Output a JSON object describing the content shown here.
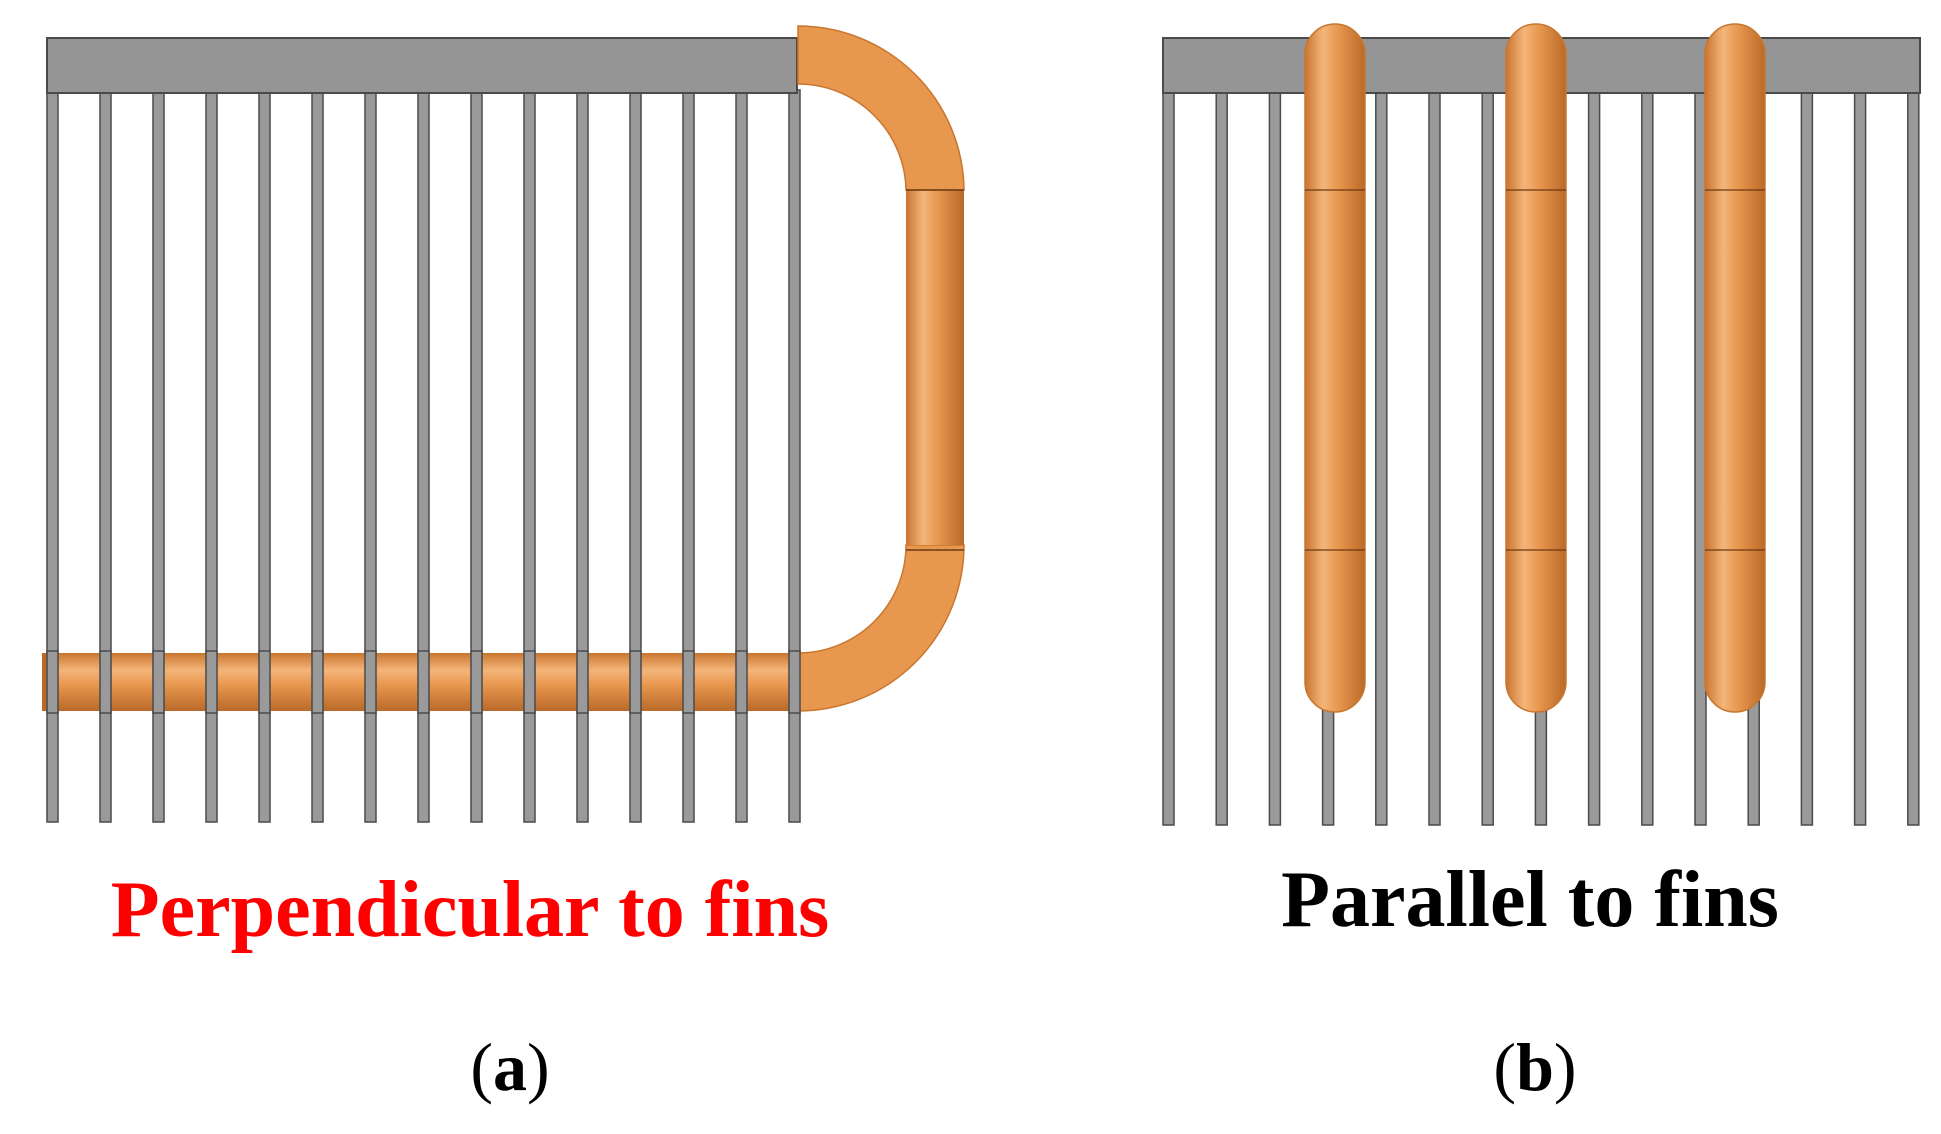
{
  "panels": [
    {
      "id": "a",
      "caption": "Perpendicular to fins",
      "caption_color": "#ff0000",
      "label": "a",
      "fin_count": 15,
      "heat_pipe_orientation": "perpendicular"
    },
    {
      "id": "b",
      "caption": "Parallel to fins",
      "caption_color": "#000000",
      "label": "b",
      "fin_count": 15,
      "heat_pipe_count": 3,
      "heat_pipe_orientation": "parallel"
    }
  ],
  "colors": {
    "fin": "#9a9a9a",
    "fin_edge": "#4a4a4a",
    "base_plate": "#959595",
    "pipe": "#e8974e",
    "pipe_highlight": "#f6c08a",
    "pipe_shadow": "#c9762f"
  }
}
